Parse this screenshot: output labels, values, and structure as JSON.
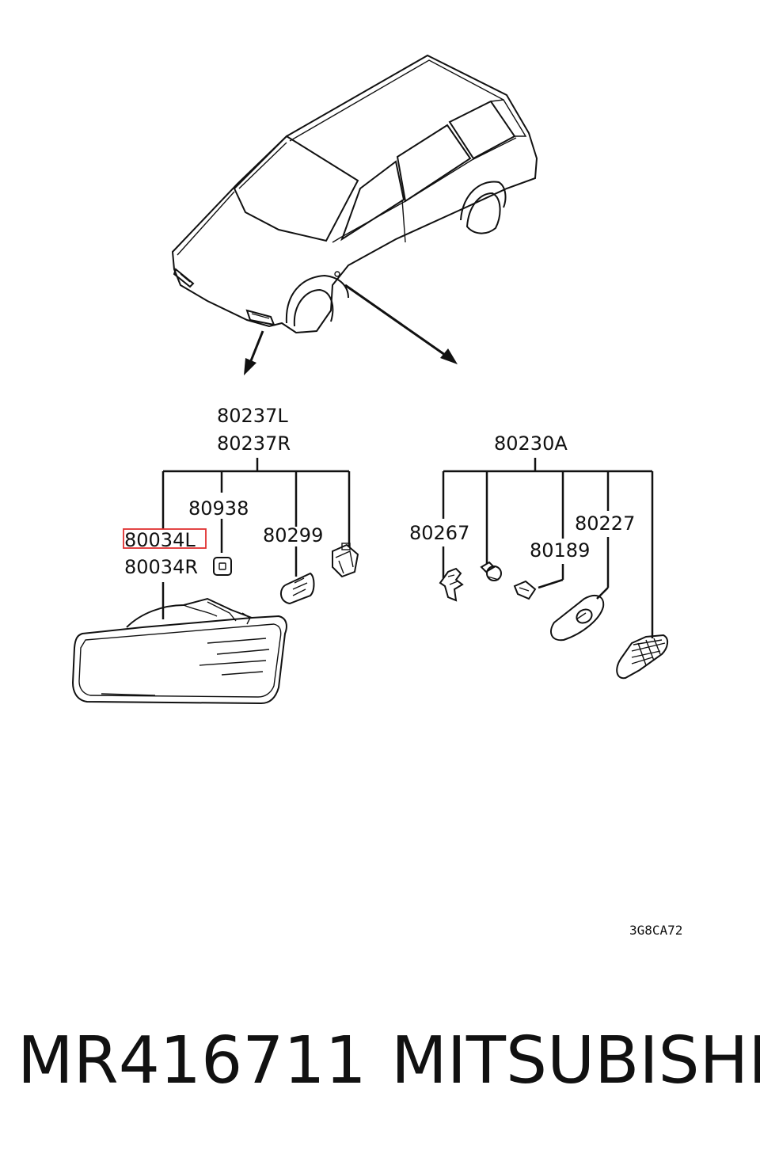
{
  "diagram": {
    "labels": {
      "p80237L": "80237L",
      "p80237R": "80237R",
      "p80938": "80938",
      "p80034L": "80034L",
      "p80034R": "80034R",
      "p80299": "80299",
      "p80230A": "80230A",
      "p80267": "80267",
      "p80227": "80227",
      "p80189": "80189"
    },
    "drawing_code": "3G8CA72",
    "highlight_color": "#e03030"
  },
  "footer": {
    "part_number": "MR416711",
    "brand": "MITSUBISHI"
  }
}
